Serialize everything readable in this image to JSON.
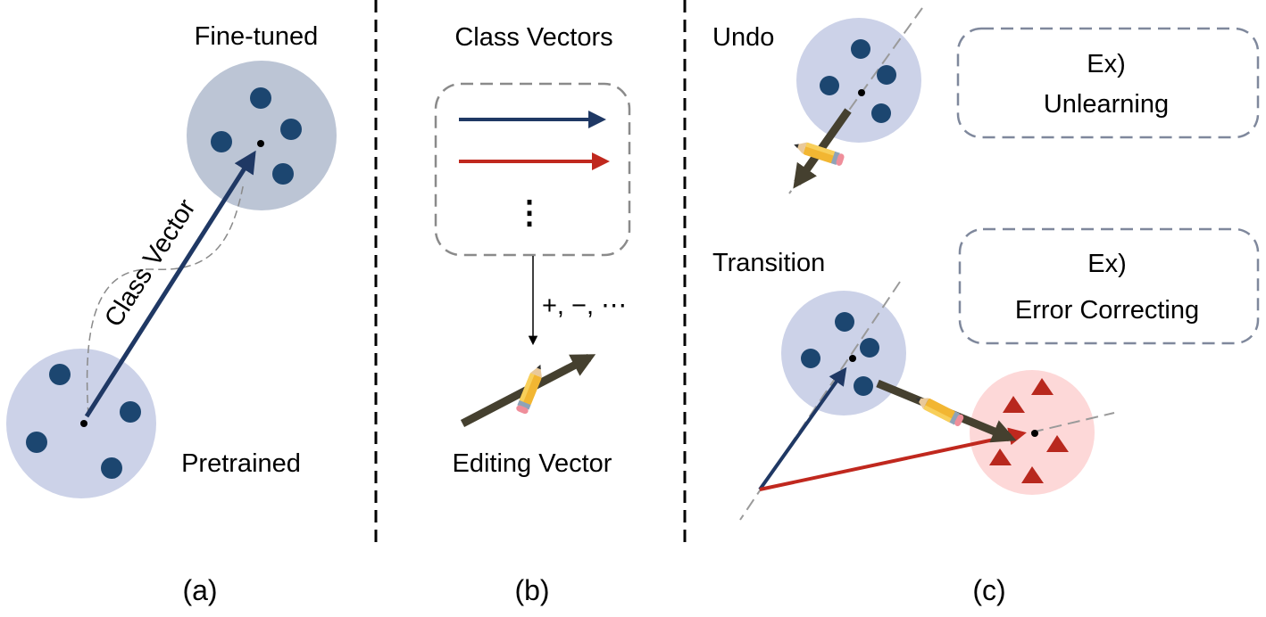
{
  "colors": {
    "navy_arrow": "#1f3864",
    "red_arrow": "#c0281e",
    "dot_blue": "#1c4670",
    "pretrained_cluster": "#ccd2e8",
    "finetuned_cluster": "#bcc5d5",
    "red_cluster": "#fdd8d8",
    "triangle_red": "#b8281e",
    "editing_vector": "#45402f",
    "dashed_gray": "#8a8a8a",
    "box_border": "#7f889c"
  },
  "panel_a": {
    "caption": "(a)",
    "finetuned_label": "Fine-tuned",
    "pretrained_label": "Pretrained",
    "arrow_label": "Class Vector"
  },
  "panel_b": {
    "caption": "(b)",
    "title": "Class Vectors",
    "ellipsis": "⋮",
    "operations": "+, −, ⋯",
    "editing_label": "Editing Vector"
  },
  "panel_c": {
    "caption": "(c)",
    "undo_label": "Undo",
    "transition_label": "Transition",
    "example_1_prefix": "Ex)",
    "example_1_name": "Unlearning",
    "example_2_prefix": "Ex)",
    "example_2_name": "Error Correcting"
  },
  "icons": {
    "pencil": "pencil-icon"
  }
}
